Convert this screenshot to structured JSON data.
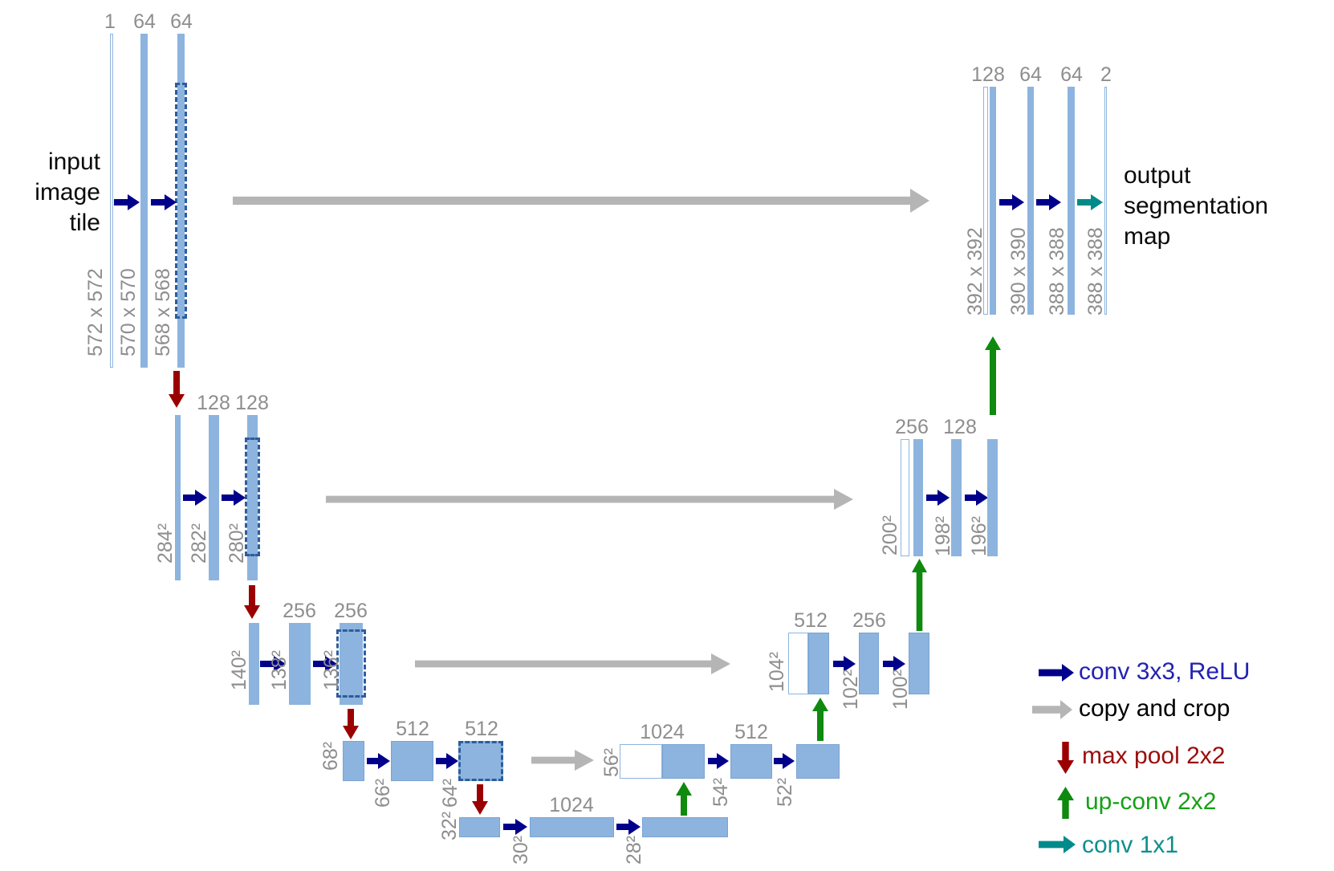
{
  "palette": {
    "feature_map_blue": "#8db4de",
    "feature_map_border": "#7aa3d4",
    "crop_dash_blue": "#2d5d9d",
    "conv_arrow_navy": "#00008b",
    "copy_arrow_gray": "#b5b5b5",
    "max_pool_red": "#9b0000",
    "up_conv_green": "#0f8a0f",
    "conv1x1_teal": "#008b8b",
    "label_gray": "#8e8e8e"
  },
  "annotations": {
    "input_lines": [
      "input",
      "image",
      "tile"
    ],
    "output_lines": [
      "output",
      "segmentation",
      "map"
    ]
  },
  "encoder": {
    "level1": {
      "channels": [
        "1",
        "64",
        "64"
      ],
      "sizes": [
        "572 x 572",
        "570 x 570",
        "568 x 568"
      ]
    },
    "level2": {
      "channels": [
        "128",
        "128"
      ],
      "sizes": [
        "284²",
        "282²",
        "280²"
      ]
    },
    "level3": {
      "channels": [
        "256",
        "256"
      ],
      "sizes": [
        "140²",
        "138²",
        "136²"
      ]
    },
    "level4": {
      "channels": [
        "512",
        "512"
      ],
      "sizes": [
        "68²",
        "66²",
        "64²"
      ]
    },
    "bottom": {
      "channels": [
        "1024"
      ],
      "sizes": [
        "32²",
        "30²",
        "28²"
      ]
    }
  },
  "decoder": {
    "level56": {
      "channels": [
        "1024",
        "512"
      ],
      "sizes": [
        "56²",
        "54²",
        "52²"
      ]
    },
    "level104": {
      "channels": [
        "512",
        "256"
      ],
      "sizes": [
        "104²",
        "102²",
        "100²"
      ]
    },
    "level200": {
      "channels": [
        "256",
        "128"
      ],
      "sizes": [
        "200²",
        "198²",
        "196²"
      ]
    },
    "top": {
      "channels": [
        "128",
        "64",
        "64",
        "2"
      ],
      "sizes": [
        "392 x 392",
        "390 x 390",
        "388 x 388",
        "388 x 388"
      ]
    }
  },
  "legend": {
    "items": [
      {
        "label": "conv 3x3, ReLU"
      },
      {
        "label": "copy and crop"
      },
      {
        "label": "max pool 2x2"
      },
      {
        "label": "up-conv 2x2"
      },
      {
        "label": "conv 1x1"
      }
    ]
  }
}
